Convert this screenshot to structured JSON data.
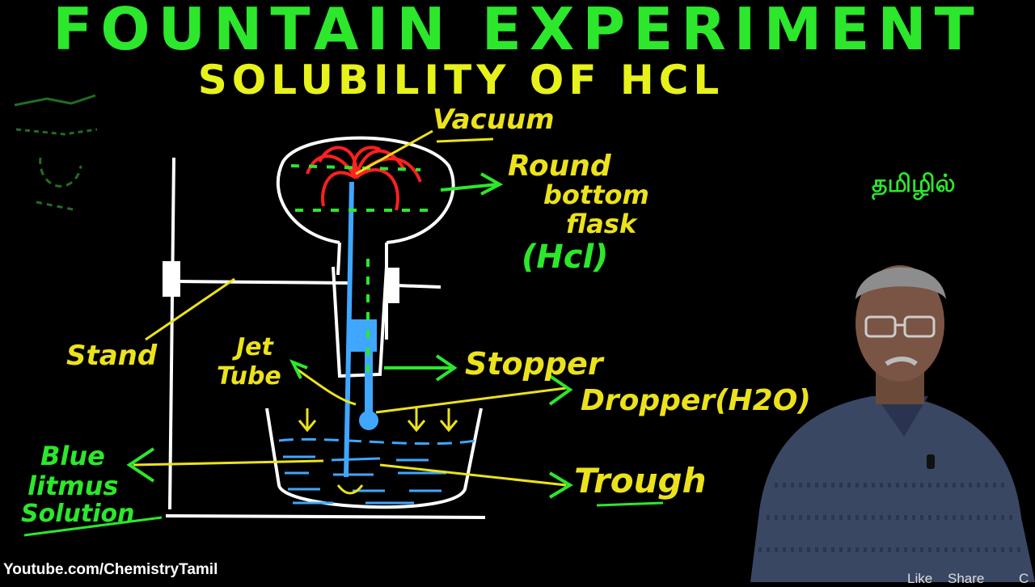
{
  "title": "FOUNTAIN EXPERIMENT",
  "subtitle": "SOLUBILITY OF HCL",
  "language_tag": "தமிழில்",
  "channel": "Youtube.com/ChemistryTamil",
  "actions": {
    "like": "Like",
    "share": "Share",
    "more": "C"
  },
  "labels": {
    "vacuum": "Vacuum",
    "flask_line1": "Round",
    "flask_line2": "bottom",
    "flask_line3": "flask",
    "flask_gas": "(Hcl)",
    "stand": "Stand",
    "jet": "Jet",
    "tube": "Tube",
    "stopper": "Stopper",
    "dropper": "Dropper(H2O)",
    "trough": "Trough",
    "blue": "Blue",
    "litmus": "litmus",
    "solution": "Solution"
  },
  "colors": {
    "title": "#2ce72c",
    "subtitle": "#e7f21a",
    "label_yellow": "#ece21c",
    "label_green": "#2ce72c",
    "water": "#3fa7ff",
    "fountain": "#ff2020"
  }
}
